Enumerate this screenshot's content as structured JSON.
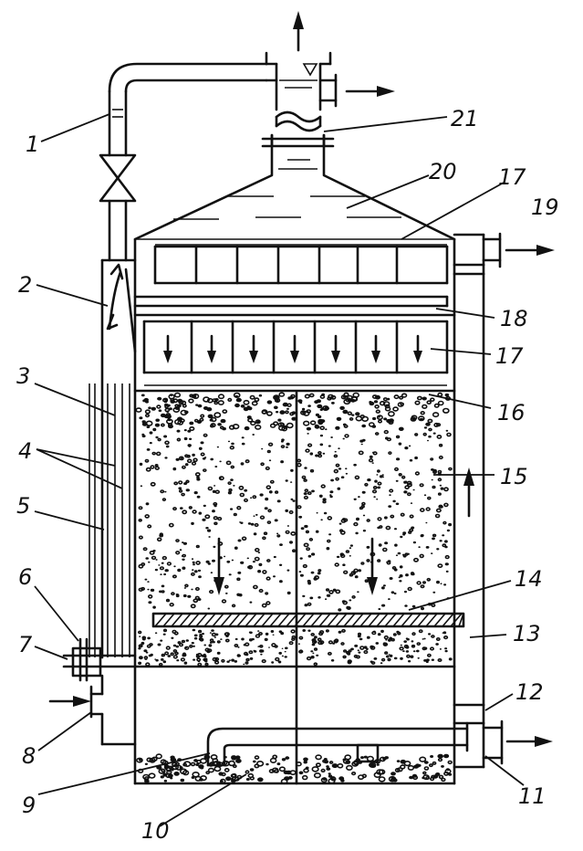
{
  "diagram": {
    "labels": [
      {
        "id": "1",
        "text": "1"
      },
      {
        "id": "2",
        "text": "2"
      },
      {
        "id": "3",
        "text": "3"
      },
      {
        "id": "4",
        "text": "4"
      },
      {
        "id": "5",
        "text": "5"
      },
      {
        "id": "6",
        "text": "6"
      },
      {
        "id": "7",
        "text": "7"
      },
      {
        "id": "8",
        "text": "8"
      },
      {
        "id": "9",
        "text": "9"
      },
      {
        "id": "10",
        "text": "10"
      },
      {
        "id": "11",
        "text": "11"
      },
      {
        "id": "12",
        "text": "12"
      },
      {
        "id": "13",
        "text": "13"
      },
      {
        "id": "14",
        "text": "14"
      },
      {
        "id": "15",
        "text": "15"
      },
      {
        "id": "16",
        "text": "16"
      },
      {
        "id": "17a",
        "text": "17"
      },
      {
        "id": "17b",
        "text": "17"
      },
      {
        "id": "18",
        "text": "18"
      },
      {
        "id": "19",
        "text": "19"
      },
      {
        "id": "20",
        "text": "20"
      },
      {
        "id": "21",
        "text": "21"
      }
    ]
  }
}
